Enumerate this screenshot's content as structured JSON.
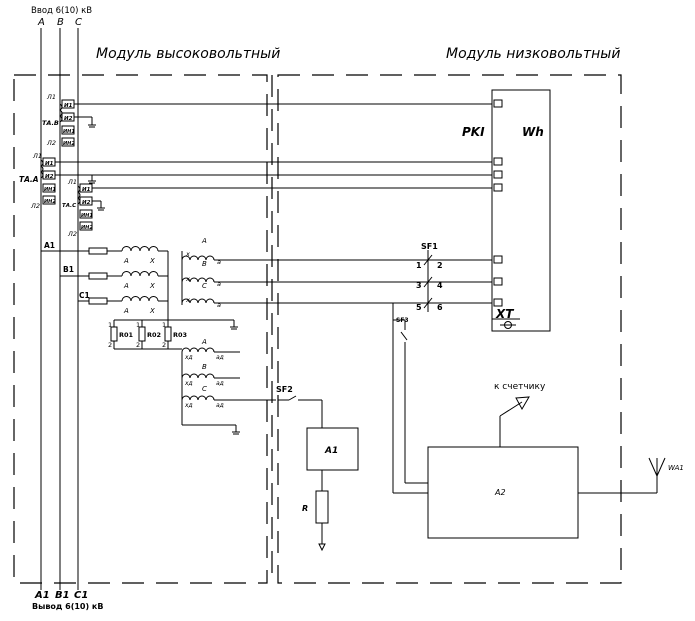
{
  "input_top": {
    "caption": "Ввод 6(10) кВ",
    "phases": [
      "A",
      "B",
      "C"
    ]
  },
  "input_bottom": {
    "caption": "Вывод 6(10) кВ",
    "phases": [
      "A1",
      "B1",
      "C1"
    ]
  },
  "modules": {
    "high": "Модуль высоковольтный",
    "low": "Модуль низковольтный"
  },
  "current_transformers": {
    "ta_b": {
      "name": "ТА.В",
      "p1": "Л1",
      "p2": "Л2",
      "s1": "И1",
      "s2": "И2",
      "k1": "ИН1",
      "k2": "ИН2"
    },
    "ta_a": {
      "name": "ТА.А",
      "p1": "Л1",
      "p2": "Л2",
      "s1": "И1",
      "s2": "И2",
      "k1": "ИН1",
      "k2": "ИН2"
    },
    "ta_c": {
      "name": "ТА.С",
      "p1": "Л1",
      "p2": "Л2",
      "s1": "И1",
      "s2": "И2",
      "k1": "ИН1",
      "k2": "ИН2"
    }
  },
  "bus_labels": [
    "A1",
    "B1",
    "C1"
  ],
  "vt_primary": {
    "left": "A",
    "right": "X"
  },
  "vt_secondary": {
    "phases": [
      "A",
      "B",
      "C"
    ],
    "x": "x",
    "a": "a"
  },
  "vt_aux": {
    "phases": [
      "A",
      "B",
      "C"
    ],
    "x": "xд",
    "a": "ад"
  },
  "resistors": {
    "names": [
      "R01",
      "R02",
      "R03"
    ],
    "pin1": "1",
    "pin2": "2"
  },
  "meter": {
    "pki": "PKI",
    "wh": "Wh",
    "xt": "XT"
  },
  "breakers": {
    "sf1": "SF1",
    "sf2": "SF2",
    "sf3": "SF3"
  },
  "terminals": [
    "1",
    "2",
    "3",
    "4",
    "5",
    "6"
  ],
  "blocks": {
    "a1": "A1",
    "a2": "A2",
    "r": "R"
  },
  "meter_note": "к счетчику",
  "antenna": "WA1"
}
